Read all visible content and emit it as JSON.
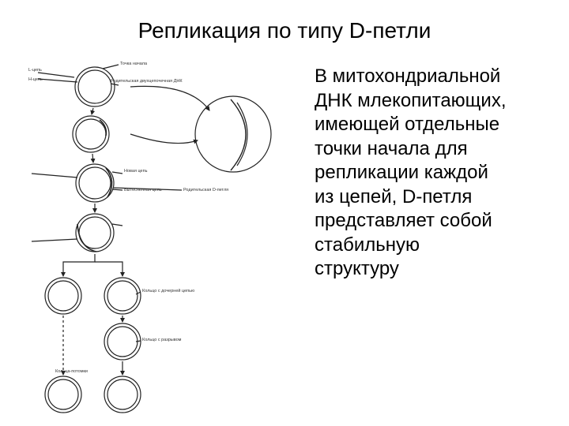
{
  "slide": {
    "title": "Репликация по типу D-петли",
    "body_lines": [
      "В митохондриальной",
      "ДНК млекопитающих,",
      "имеющей отдельные",
      "точки начала для",
      "репликации каждой",
      "из цепей, D-петля",
      "представляет собой",
      "стабильную",
      "структуру"
    ]
  },
  "diagram": {
    "labels": {
      "l_strand": "L-цепь",
      "h_strand": "H-цепь",
      "origin": "Точка начала",
      "parent_duplex": "Родительская двухцепочечная ДНК",
      "new_strand": "Новая цепь",
      "displaced_strand": "Вытесненная цепь",
      "d_loop": "Родительская D-петля",
      "progeny_rings": "Кольца-потомки",
      "ring_daughter": "Кольцо с дочерней цепью",
      "open_ring": "Кольцо с разрывом"
    }
  }
}
